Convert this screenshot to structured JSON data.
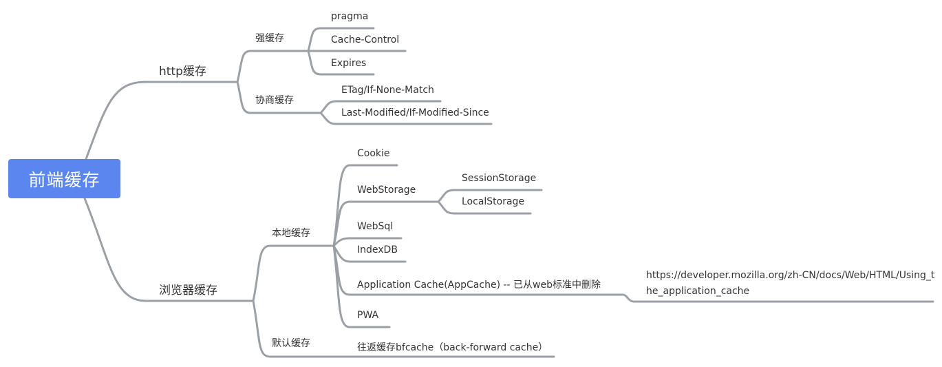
{
  "root": "前端缓存",
  "http": {
    "label": "http缓存",
    "strong": {
      "label": "强缓存",
      "items": [
        "pragma",
        "Cache-Control",
        "Expires"
      ]
    },
    "negotiate": {
      "label": "协商缓存",
      "items": [
        "ETag/If-None-Match",
        "Last-Modified/If-Modified-Since"
      ]
    }
  },
  "browser": {
    "label": "浏览器缓存",
    "local": {
      "label": "本地缓存",
      "cookie": "Cookie",
      "webstorage": {
        "label": "WebStorage",
        "items": [
          "SessionStorage",
          "LocalStorage"
        ]
      },
      "websql": "WebSql",
      "indexdb": "IndexDB",
      "appcache": {
        "label": "Application Cache(AppCache) -- 已从web标准中删除",
        "url_line1": "https://developer.mozilla.org/zh-CN/docs/Web/HTML/Using_t",
        "url_line2": "he_application_cache"
      },
      "pwa": "PWA"
    },
    "default": {
      "label": "默认缓存",
      "items": [
        "往返缓存bfcache（back-forward cache）"
      ]
    }
  },
  "colors": {
    "root_bg": "#5b86f0",
    "line": "#9aa0a6",
    "text": "#333333"
  }
}
